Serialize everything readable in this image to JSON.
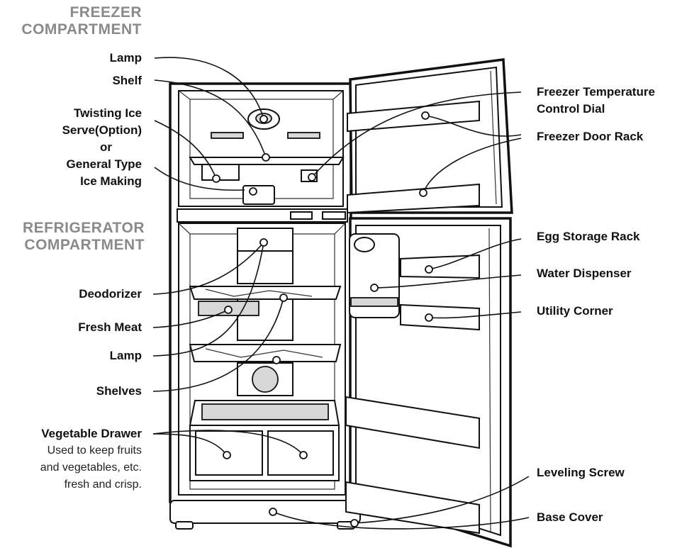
{
  "sections": {
    "freezer_line1": "FREEZER",
    "freezer_line2": "COMPARTMENT",
    "fridge_line1": "REFRIGERATOR",
    "fridge_line2": "COMPARTMENT"
  },
  "labels_left": {
    "lamp_top": "Lamp",
    "shelf": "Shelf",
    "ice_1": "Twisting Ice",
    "ice_2": "Serve(Option)",
    "ice_3": "or",
    "ice_4": "General Type",
    "ice_5": "Ice Making",
    "deodorizer": "Deodorizer",
    "fresh_meat": "Fresh Meat",
    "lamp_bottom": "Lamp",
    "shelves": "Shelves",
    "vegetable_drawer": "Vegetable Drawer",
    "veg_desc_1": "Used to keep fruits",
    "veg_desc_2": "and vegetables, etc.",
    "veg_desc_3": "fresh and crisp."
  },
  "labels_right": {
    "freezer_temp_1": "Freezer Temperature",
    "freezer_temp_2": "Control Dial",
    "freezer_door_rack": "Freezer Door Rack",
    "egg_storage_rack": "Egg Storage Rack",
    "water_dispenser": "Water Dispenser",
    "utility_corner": "Utility Corner",
    "leveling_screw": "Leveling Screw",
    "base_cover": "Base Cover"
  }
}
